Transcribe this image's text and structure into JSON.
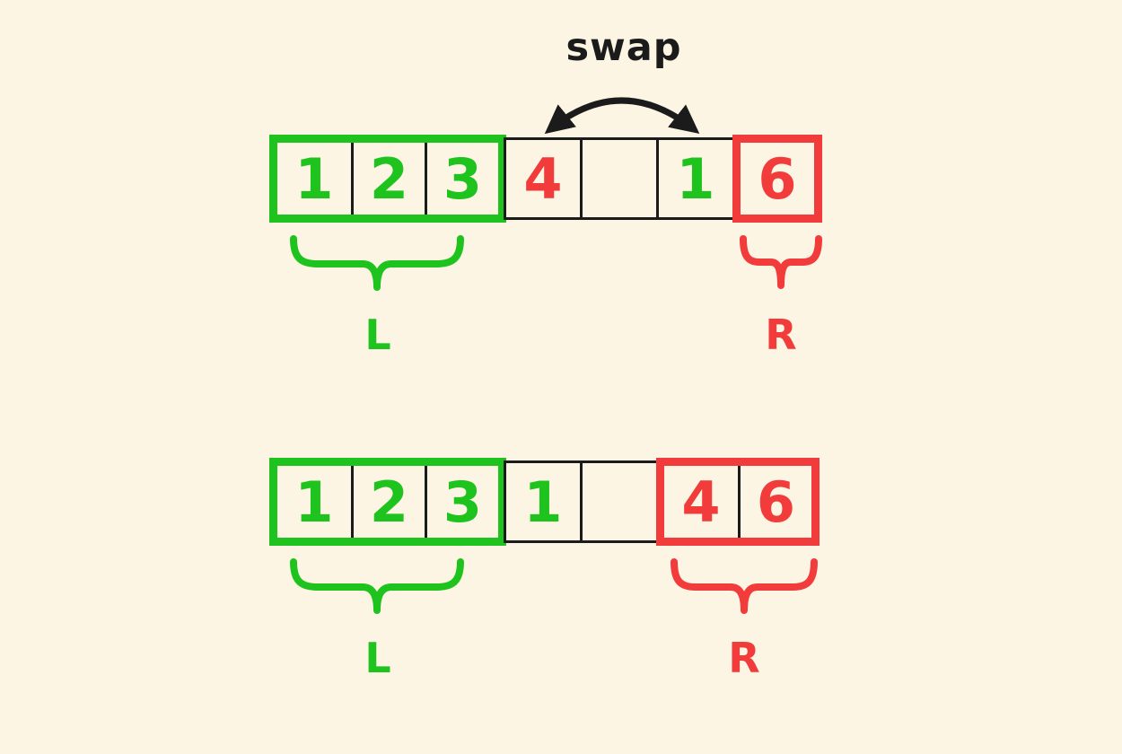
{
  "colors": {
    "background": "#FCF5E3",
    "green": "#1EC31E",
    "red": "#F23B3B",
    "black": "#1B1B1B"
  },
  "swap_annotation": {
    "label": "swap"
  },
  "step1": {
    "cells": [
      {
        "value": "1",
        "color": "green"
      },
      {
        "value": "2",
        "color": "green"
      },
      {
        "value": "3",
        "color": "green"
      },
      {
        "value": "4",
        "color": "red"
      },
      {
        "value": "",
        "color": "none"
      },
      {
        "value": "1",
        "color": "green"
      },
      {
        "value": "6",
        "color": "red"
      }
    ],
    "left_pointer_label": "L",
    "right_pointer_label": "R"
  },
  "step2": {
    "cells": [
      {
        "value": "1",
        "color": "green"
      },
      {
        "value": "2",
        "color": "green"
      },
      {
        "value": "3",
        "color": "green"
      },
      {
        "value": "1",
        "color": "green"
      },
      {
        "value": "",
        "color": "none"
      },
      {
        "value": "4",
        "color": "red"
      },
      {
        "value": "6",
        "color": "red"
      }
    ],
    "left_pointer_label": "L",
    "right_pointer_label": "R"
  }
}
